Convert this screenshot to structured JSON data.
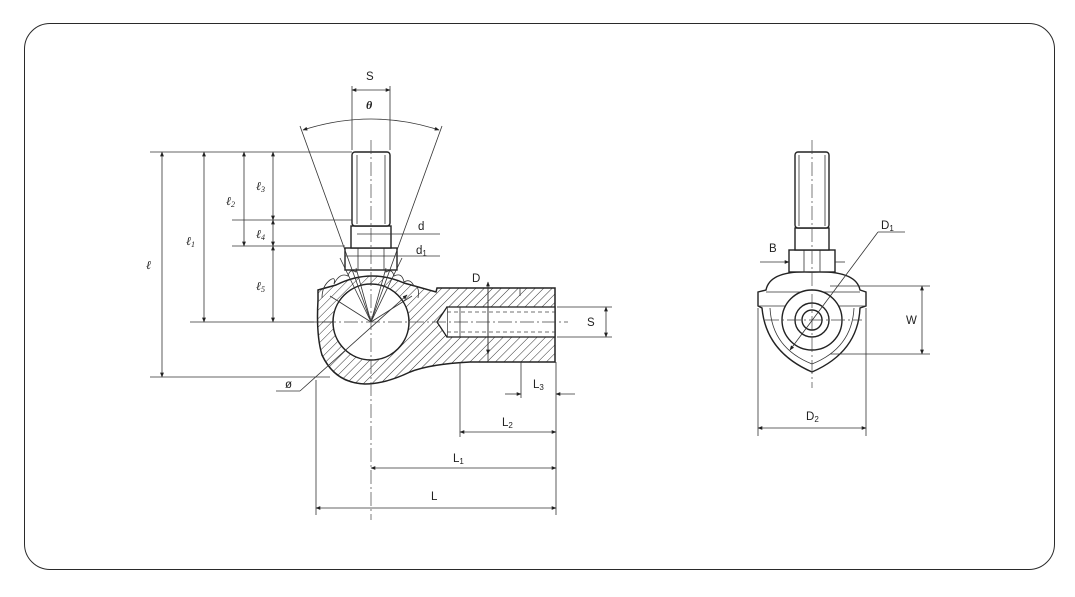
{
  "labels": {
    "S_top": "S",
    "theta": "θ",
    "d": "d",
    "d1": "d1",
    "l": "ℓ",
    "l1": "ℓ1",
    "l2": "ℓ2",
    "l3": "ℓ3",
    "l4": "ℓ4",
    "l5": "ℓ5",
    "D": "D",
    "S_side": "S",
    "phi": "ø",
    "L": "L",
    "L1": "L1",
    "L2": "L2",
    "L3": "L3",
    "B": "B",
    "D1": "D1",
    "D2": "D2",
    "W": "W"
  }
}
